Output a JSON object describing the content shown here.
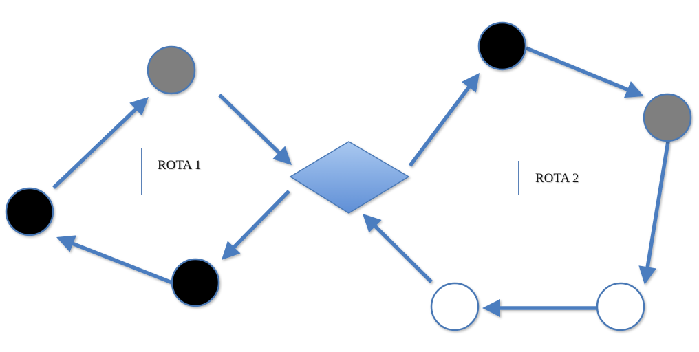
{
  "colors": {
    "edge": "#4c7dbf",
    "node_stroke": "#4a78b5",
    "black": "#000000",
    "gray": "#7f7f7f",
    "white": "#ffffff",
    "diamond_top": "#a9c8f0",
    "diamond_bottom": "#5f8fd6"
  },
  "routes": [
    {
      "label": "ROTA 1"
    },
    {
      "label": "ROTA 2"
    }
  ],
  "nodes": [
    {
      "id": "r1-top",
      "fill": "gray"
    },
    {
      "id": "r1-left",
      "fill": "black"
    },
    {
      "id": "r1-bottom",
      "fill": "black"
    },
    {
      "id": "r2-top",
      "fill": "black"
    },
    {
      "id": "r2-right",
      "fill": "gray"
    },
    {
      "id": "r2-bottom-right",
      "fill": "white"
    },
    {
      "id": "r2-bottom-left",
      "fill": "white"
    }
  ],
  "decision": {
    "shape": "diamond"
  },
  "edges": [
    {
      "from": "r1-top",
      "to": "decision"
    },
    {
      "from": "decision",
      "to": "r1-bottom"
    },
    {
      "from": "r1-bottom",
      "to": "r1-left"
    },
    {
      "from": "r1-left",
      "to": "r1-top"
    },
    {
      "from": "decision",
      "to": "r2-top"
    },
    {
      "from": "r2-top",
      "to": "r2-right"
    },
    {
      "from": "r2-right",
      "to": "r2-bottom-right"
    },
    {
      "from": "r2-bottom-right",
      "to": "r2-bottom-left"
    },
    {
      "from": "r2-bottom-left",
      "to": "decision"
    }
  ]
}
